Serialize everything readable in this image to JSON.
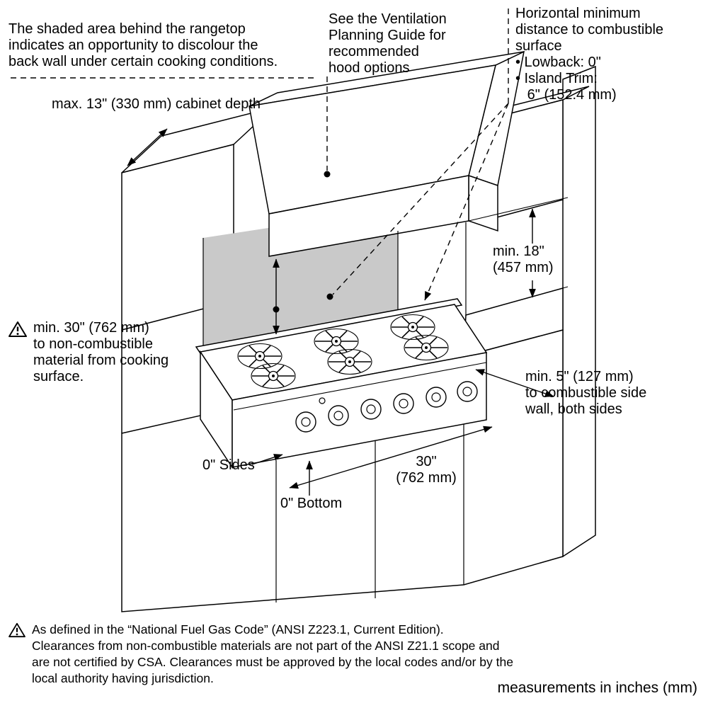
{
  "annotations": {
    "discolour": "The shaded area behind the rangetop\nindicates an opportunity to discolour the\nback wall under certain cooking conditions.",
    "ventilation": "See the Ventilation\nPlanning Guide for\nrecommended\nhood options",
    "horizontal_min": "Horizontal minimum\ndistance to combustible\nsurface\n• Lowback: 0\"\n• Island Trim:\n   6\" (152.4 mm)",
    "cabinet_depth": "max. 13\" (330 mm) cabinet depth",
    "min_18": "min. 18\"\n(457 mm)",
    "min_30": "min. 30\" (762 mm)\nto non-combustible\nmaterial from cooking\nsurface.",
    "min_5": "min. 5\" (127 mm)\nto combustible side\nwall, both sides",
    "zero_sides": "0\" Sides",
    "zero_bottom": "0\" Bottom",
    "width_30": "30\"\n(762 mm)"
  },
  "footnote": "As defined in the “National Fuel Gas Code” (ANSI Z223.1, Current Edition).\nClearances from non-combustible materials are not part of the ANSI Z21.1 scope and\nare not certified by CSA. Clearances must be approved by the local codes and/or by the\nlocal authority having jurisdiction.",
  "units_note": "measurements in inches (mm)",
  "colors": {
    "shaded_wall": "#c9c9c9",
    "line": "#000000",
    "background": "#ffffff"
  }
}
